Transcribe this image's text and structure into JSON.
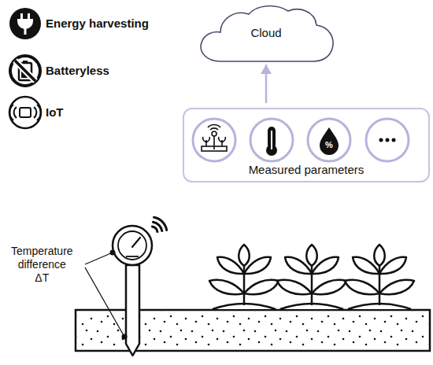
{
  "diagram": {
    "nodes": [
      {
        "text": [
          "Cloud"
        ]
      },
      {
        "text": [
          "Measured parameters"
        ]
      }
    ],
    "edges": [
      {
        "from": 1,
        "to": 0,
        "arrow": "to"
      }
    ],
    "labels": [
      "Energy harvesting",
      "Batteryless",
      "IoT",
      "%",
      "Temperature difference ΔT"
    ]
  }
}
